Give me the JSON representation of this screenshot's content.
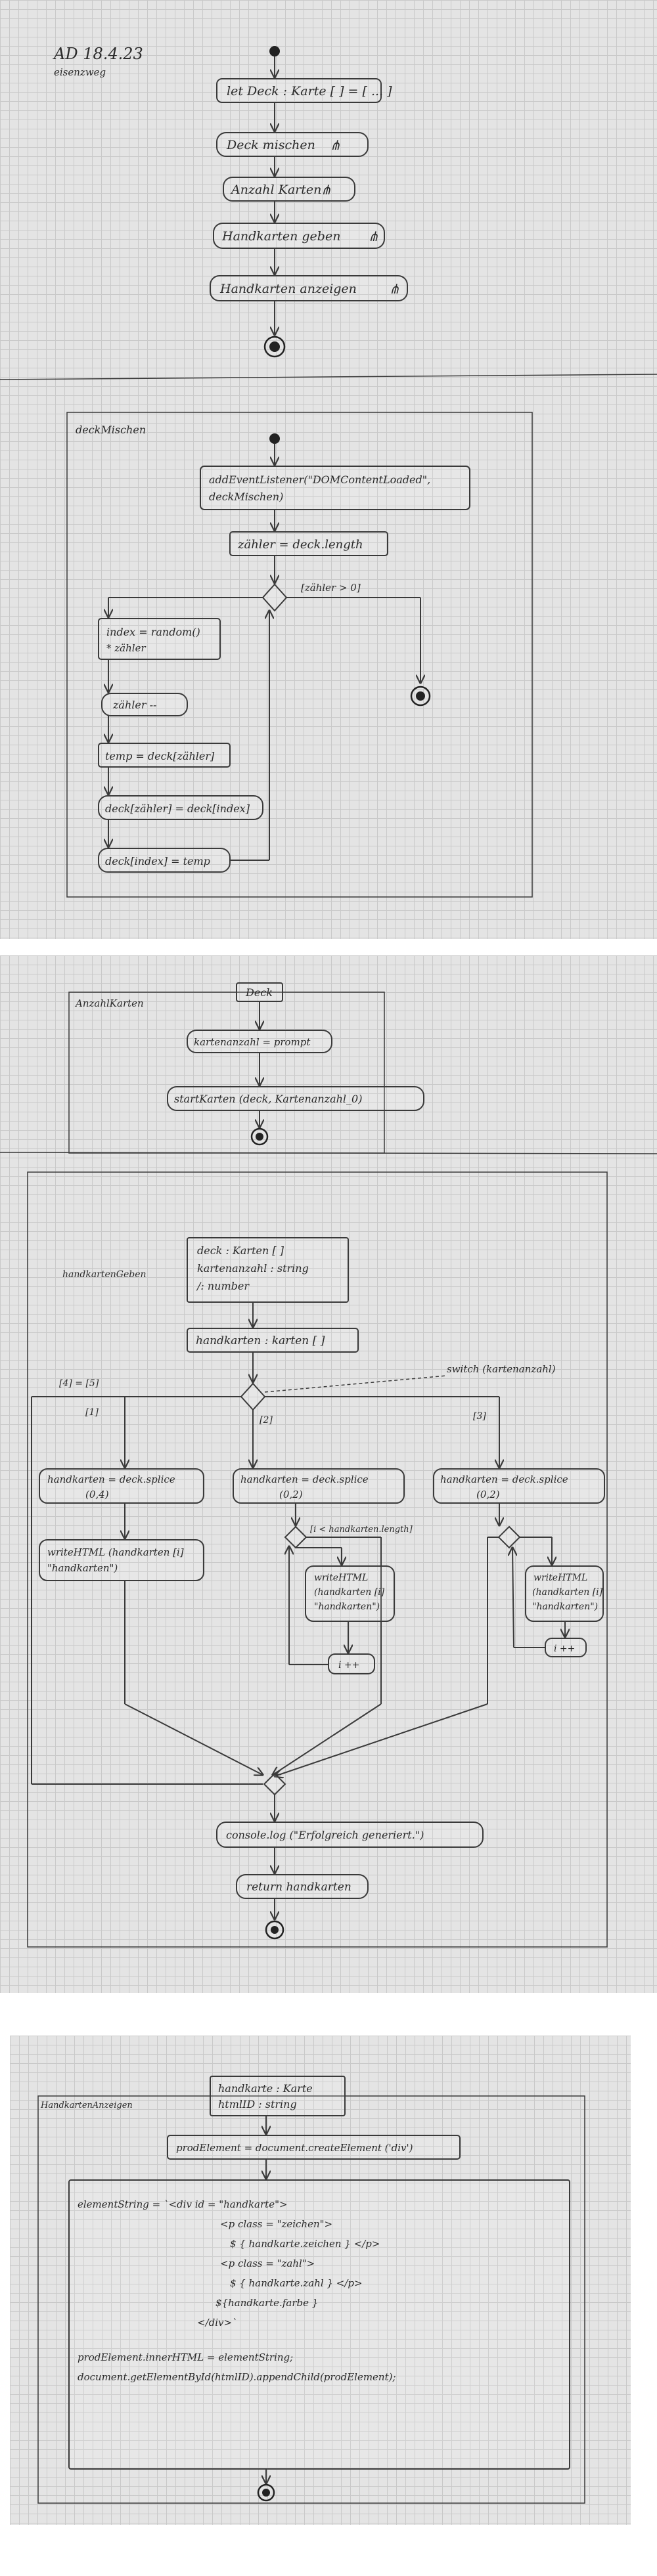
{
  "sheet1": {
    "header": "AD 18.4.23",
    "subheader": "eisenzweg",
    "top_flow": {
      "nodes": [
        "let Deck : Karte [ ] = [ ... ]",
        "Deck mischen",
        "Anzahl Karten",
        "Handkarten geben",
        "Handkarten anzeigen"
      ]
    },
    "deck_mischen": {
      "frame_label": "deckMischen",
      "node_listener_1": "addEventListener(\"DOMContentLoaded\",",
      "node_listener_2": "deckMischen)",
      "node_counter": "zähler = deck.length",
      "guard_exit": "[zähler > 0]",
      "node_random_1": "index = random()",
      "node_random_2": "* zähler",
      "node_decrement": "zähler --",
      "node_temp": "temp = deck[zähler]",
      "node_swap": "deck[zähler] = deck[index]",
      "node_assign": "deck[index] = temp"
    }
  },
  "sheet2": {
    "anzahl_karten": {
      "frame_label": "AnzahlKarten",
      "param": "Deck",
      "node_prompt": "kartenanzahl = prompt",
      "node_call": "startKarten (deck, Kartenanzahl_0)"
    },
    "handkarten_geben": {
      "frame_label": "handkartenGeben",
      "param_1": "deck : Karten [ ]",
      "param_2": "kartenanzahl : string",
      "param_3": "/: number",
      "node_handkarten": "handkarten : karten [ ]",
      "switch_label": "switch (kartenanzahl)",
      "guard_left": "[4] = [5]",
      "guard_1": "[1]",
      "guard_2": "[2]",
      "guard_3": "[3]",
      "splice_1_a": "handkarten = deck.splice",
      "splice_1_b": "(0,4)",
      "splice_2_a": "handkarten = deck.splice",
      "splice_2_b": "(0,2)",
      "splice_3_a": "handkarten = deck.splice",
      "splice_3_b": "(0,2)",
      "write_1_a": "writeHTML (handkarten [i]",
      "write_1_b": "\"handkarten\")",
      "loop_guard": "[i < handkarten.length]",
      "write_2_a": "writeHTML",
      "write_2_b": "(handkarten [i]",
      "write_2_c": "\"handkarten\")",
      "incr_2": "i ++",
      "write_3_a": "writeHTML",
      "write_3_b": "(handkarten [i]",
      "write_3_c": "\"handkarten\")",
      "incr_3": "i ++",
      "node_console": "console.log (\"Erfolgreich generiert.\")",
      "node_return": "return handkarten"
    }
  },
  "sheet3": {
    "frame_label": "HandkartenAnzeigen",
    "param_1": "handkarte : Karte",
    "param_2": "htmlID : string",
    "node_create": "prodElement = document.createElement ('div')",
    "code_lines": [
      "elementString =   `<div id = \"handkarte\">",
      "<p class = \"zeichen\">",
      "$ { handkarte.zeichen } </p>",
      "<p class = \"zahl\">",
      "$ { handkarte.zahl } </p>",
      "${handkarte.farbe }",
      "</div>`",
      "prodElement.innerHTML = elementString;",
      "document.getElementById(htmlID).appendChild(prodElement);"
    ]
  }
}
